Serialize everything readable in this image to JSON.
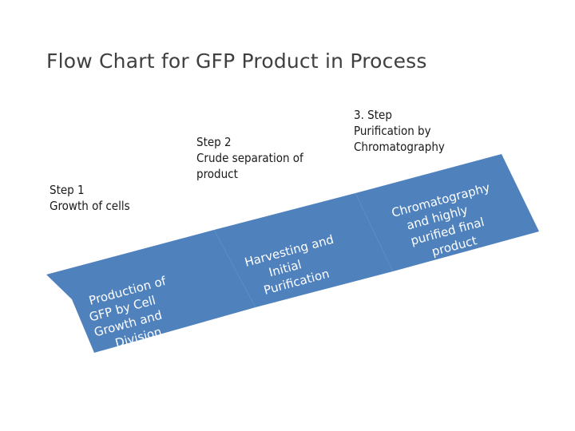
{
  "title": "Flow Chart for GFP Product in Process",
  "steps": [
    {
      "label_lines": [
        "Step  1",
        "Growth of cells"
      ],
      "chevron_lines": [
        "Production of",
        "GFP by Cell",
        "Growth and",
        "Division"
      ]
    },
    {
      "label_lines": [
        "Step  2",
        "Crude separation of",
        "product"
      ],
      "chevron_lines": [
        "Harvesting and",
        "Initial",
        "Purification"
      ]
    },
    {
      "label_lines": [
        "3. Step",
        "Purification by",
        "Chromatography"
      ],
      "chevron_lines": [
        "Chromatography",
        "and highly",
        "purified final",
        "product"
      ]
    }
  ],
  "colors": {
    "chevron_fill": "#4f81bd",
    "chevron_text": "#ffffff",
    "title_text": "#404040",
    "label_text": "#1a1a1a"
  }
}
